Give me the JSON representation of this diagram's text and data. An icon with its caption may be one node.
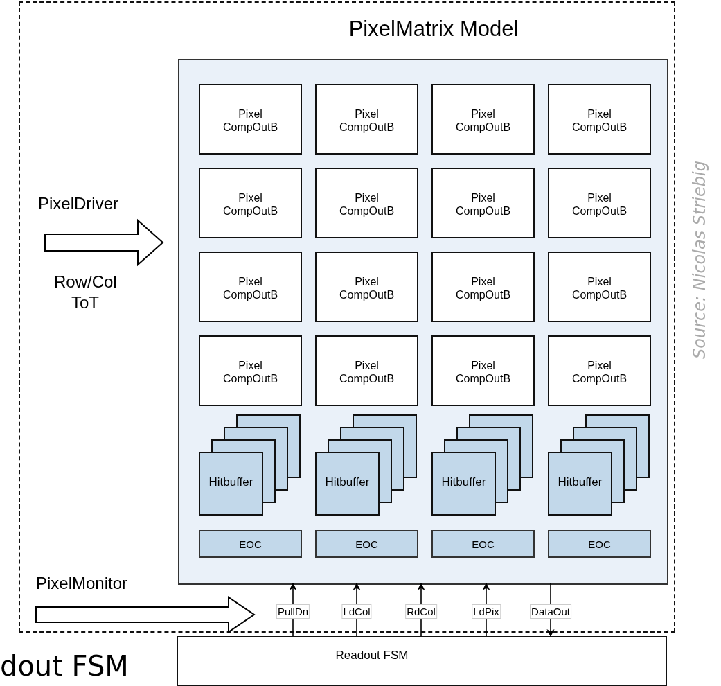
{
  "diagram": {
    "nodes": [
      {
        "text": [
          "PixelMatrix Model"
        ]
      },
      {
        "text": [],
        "shape": "box",
        "in": 0
      },
      {
        "text": [
          "Pixel CompOutB"
        ],
        "in": 1
      },
      {
        "text": [
          "Pixel CompOutB"
        ],
        "in": 1
      },
      {
        "text": [
          "Pixel CompOutB"
        ],
        "in": 1
      },
      {
        "text": [
          "Pixel CompOutB"
        ],
        "in": 1
      },
      {
        "text": [
          "Pixel CompOutB"
        ],
        "in": 1
      },
      {
        "text": [
          "Pixel CompOutB"
        ],
        "in": 1
      },
      {
        "text": [
          "Pixel CompOutB"
        ],
        "in": 1
      },
      {
        "text": [
          "Pixel CompOutB"
        ],
        "in": 1
      },
      {
        "text": [
          "Pixel CompOutB"
        ],
        "in": 1
      },
      {
        "text": [
          "Pixel CompOutB"
        ],
        "in": 1
      },
      {
        "text": [
          "Pixel CompOutB"
        ],
        "in": 1
      },
      {
        "text": [
          "Pixel CompOutB"
        ],
        "in": 1
      },
      {
        "text": [
          "Pixel CompOutB"
        ],
        "in": 1
      },
      {
        "text": [
          "Pixel CompOutB"
        ],
        "in": 1
      },
      {
        "text": [
          "Pixel CompOutB"
        ],
        "in": 1
      },
      {
        "text": [
          "Pixel CompOutB"
        ],
        "in": 1
      },
      {
        "text": [
          "Hitbuffer"
        ],
        "in": 1
      },
      {
        "text": [
          "Hitbuffer"
        ],
        "in": 1
      },
      {
        "text": [
          "Hitbuffer"
        ],
        "in": 1
      },
      {
        "text": [
          "Hitbuffer"
        ],
        "in": 1
      },
      {
        "text": [
          "EOC"
        ],
        "in": 1
      },
      {
        "text": [
          "EOC"
        ],
        "in": 1
      },
      {
        "text": [
          "EOC"
        ],
        "in": 1
      },
      {
        "text": [
          "EOC"
        ],
        "in": 1
      },
      {
        "text": [
          "Readout FSM"
        ]
      }
    ],
    "edges": [
      {
        "from": null,
        "to": 1,
        "arrow": "to",
        "style": "thick",
        "label": "PixelDriver"
      },
      {
        "from": 26,
        "to": 1,
        "arrow": "to",
        "label": "PullDn"
      },
      {
        "from": 26,
        "to": 1,
        "arrow": "to",
        "label": "LdCol"
      },
      {
        "from": 26,
        "to": 1,
        "arrow": "to",
        "label": "RdCol"
      },
      {
        "from": 26,
        "to": 1,
        "arrow": "to",
        "label": "LdPix"
      },
      {
        "from": 1,
        "to": 26,
        "arrow": "to",
        "label": "DataOut"
      }
    ],
    "labels": [
      "Row/Col ToT",
      "PixelMonitor",
      "Source: Nicolas Striebig",
      "dout FSM"
    ]
  }
}
